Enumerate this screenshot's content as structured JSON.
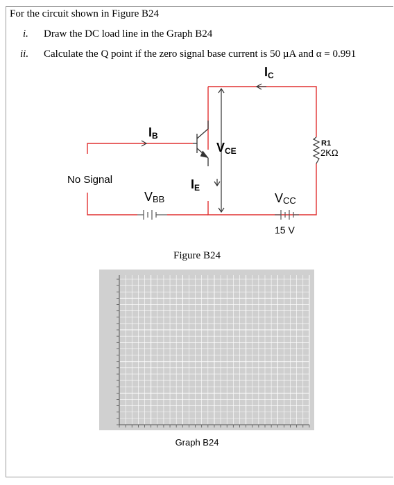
{
  "question": {
    "intro": "For the circuit shown in Figure B24",
    "items": [
      {
        "num": "i.",
        "text": "Draw the DC load line in the Graph B24"
      },
      {
        "num": "ii.",
        "text": "Calculate the Q point if the zero signal base current is 50 µA and α = 0.991"
      }
    ]
  },
  "circuit": {
    "ic_label": "I",
    "ic_sub": "C",
    "ib_label": "I",
    "ib_sub": "B",
    "ie_label": "I",
    "ie_sub": "E",
    "vce_label": "V",
    "vce_sub": "CE",
    "vbb_label": "V",
    "vbb_sub": "BB",
    "vcc_label": "V",
    "vcc_sub": "CC",
    "vcc_value": "15 V",
    "r1_name": "R1",
    "r1_value": "2KΩ",
    "no_signal": "No Signal",
    "wire_color": "#e03030"
  },
  "figure_caption": "Figure B24",
  "graph_caption": "Graph B24"
}
